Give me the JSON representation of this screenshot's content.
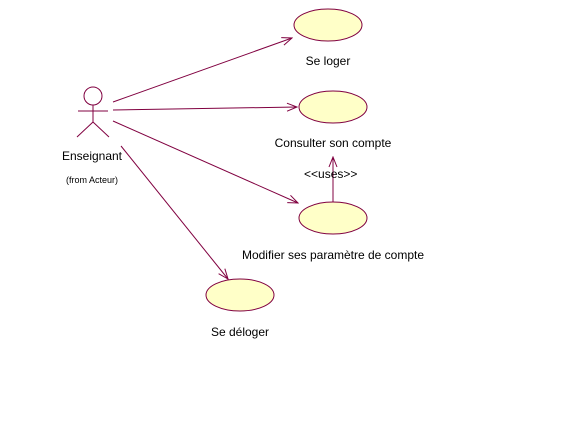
{
  "actor": {
    "name": "Enseignant",
    "package": "(from Acteur)"
  },
  "use_cases": [
    {
      "id": "se-loger",
      "label": "Se loger"
    },
    {
      "id": "consulter-son-compte",
      "label": "Consulter son compte"
    },
    {
      "id": "modifier-parametres",
      "label": "Modifier ses paramètre de compte"
    },
    {
      "id": "se-deloger",
      "label": "Se déloger"
    }
  ],
  "relations": [
    {
      "from": "actor",
      "to": "se-loger",
      "kind": "association"
    },
    {
      "from": "actor",
      "to": "consulter-son-compte",
      "kind": "association"
    },
    {
      "from": "actor",
      "to": "modifier-parametres",
      "kind": "association"
    },
    {
      "from": "actor",
      "to": "se-deloger",
      "kind": "association"
    },
    {
      "from": "modifier-parametres",
      "to": "consulter-son-compte",
      "kind": "dependency",
      "stereotype": "<<uses>>"
    }
  ],
  "colors": {
    "line": "#800040",
    "usecase_fill": "#ffffc8",
    "usecase_stroke": "#800040",
    "actor_stroke": "#800040"
  }
}
